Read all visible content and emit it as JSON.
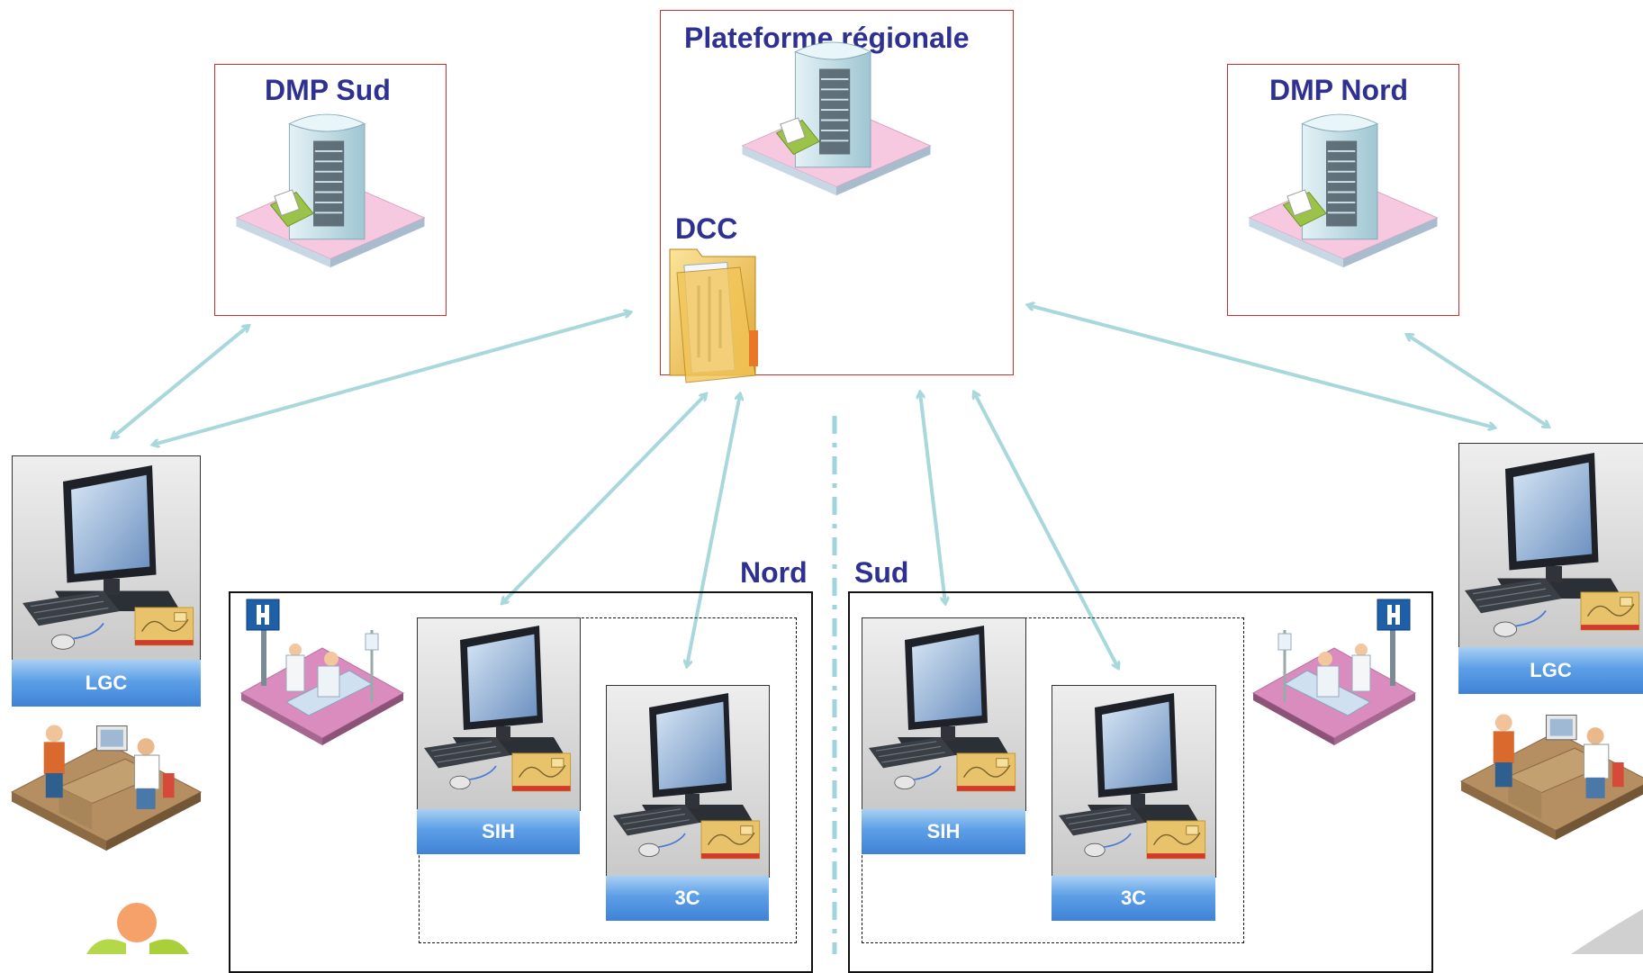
{
  "nodes": {
    "dmp_sud": {
      "title": "DMP Sud"
    },
    "plateforme": {
      "title": "Plateforme régionale",
      "dcc": "DCC"
    },
    "dmp_nord": {
      "title": "DMP Nord"
    },
    "lgc_left": {
      "label": "LGC"
    },
    "lgc_right": {
      "label": "LGC"
    }
  },
  "zones": {
    "nord": {
      "title": "Nord",
      "sih": "SIH",
      "c3": "3C"
    },
    "sud": {
      "title": "Sud",
      "sih": "SIH",
      "c3": "3C"
    }
  },
  "icons": {
    "server": "server-icon",
    "folder": "folder-icon",
    "computer": "computer-icon",
    "card": "health-card-icon",
    "hospital": "hospital-icon",
    "doctor": "doctor-office-icon"
  },
  "colors": {
    "title": "#2e3192",
    "box_border": "#d42b2b",
    "arrow": "#a8d8dc",
    "label_blue": "#4a8ddc",
    "divider": "#9fd4dc"
  }
}
